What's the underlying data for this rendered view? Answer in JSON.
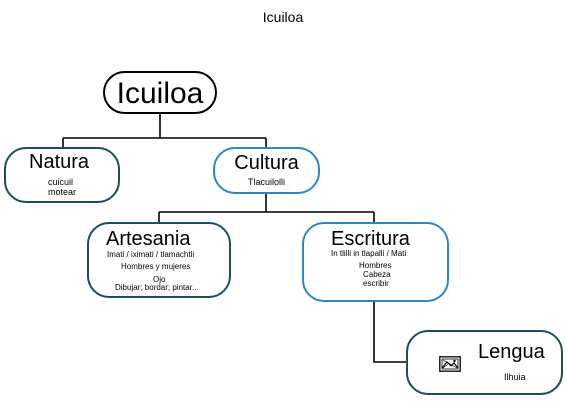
{
  "title": "Icuiloa",
  "nodes": {
    "root": {
      "title": "Icuiloa"
    },
    "natura": {
      "title": "Natura",
      "lines": [
        "cuicuil",
        "motear"
      ]
    },
    "cultura": {
      "title": "Cultura",
      "lines": [
        "Tlacuilolli"
      ]
    },
    "artesania": {
      "title": "Artesania",
      "lines": [
        "Imati / iximati / tlamachtli",
        "Hombres y mujeres",
        "Ojo",
        "Dibujar; bordar; pintar..."
      ]
    },
    "escritura": {
      "title": "Escritura",
      "lines": [
        "In tlilli in tlapalli  / Mati",
        "Hombres",
        "Cabeza",
        "escribir"
      ]
    },
    "lengua": {
      "title": "Lengua",
      "lines": [
        "Ilhuia"
      ],
      "icon": "picture-icon"
    }
  },
  "colors": {
    "dark_border": "#1d4e5a",
    "accent_border": "#2f86c2",
    "connector": "#000000"
  }
}
